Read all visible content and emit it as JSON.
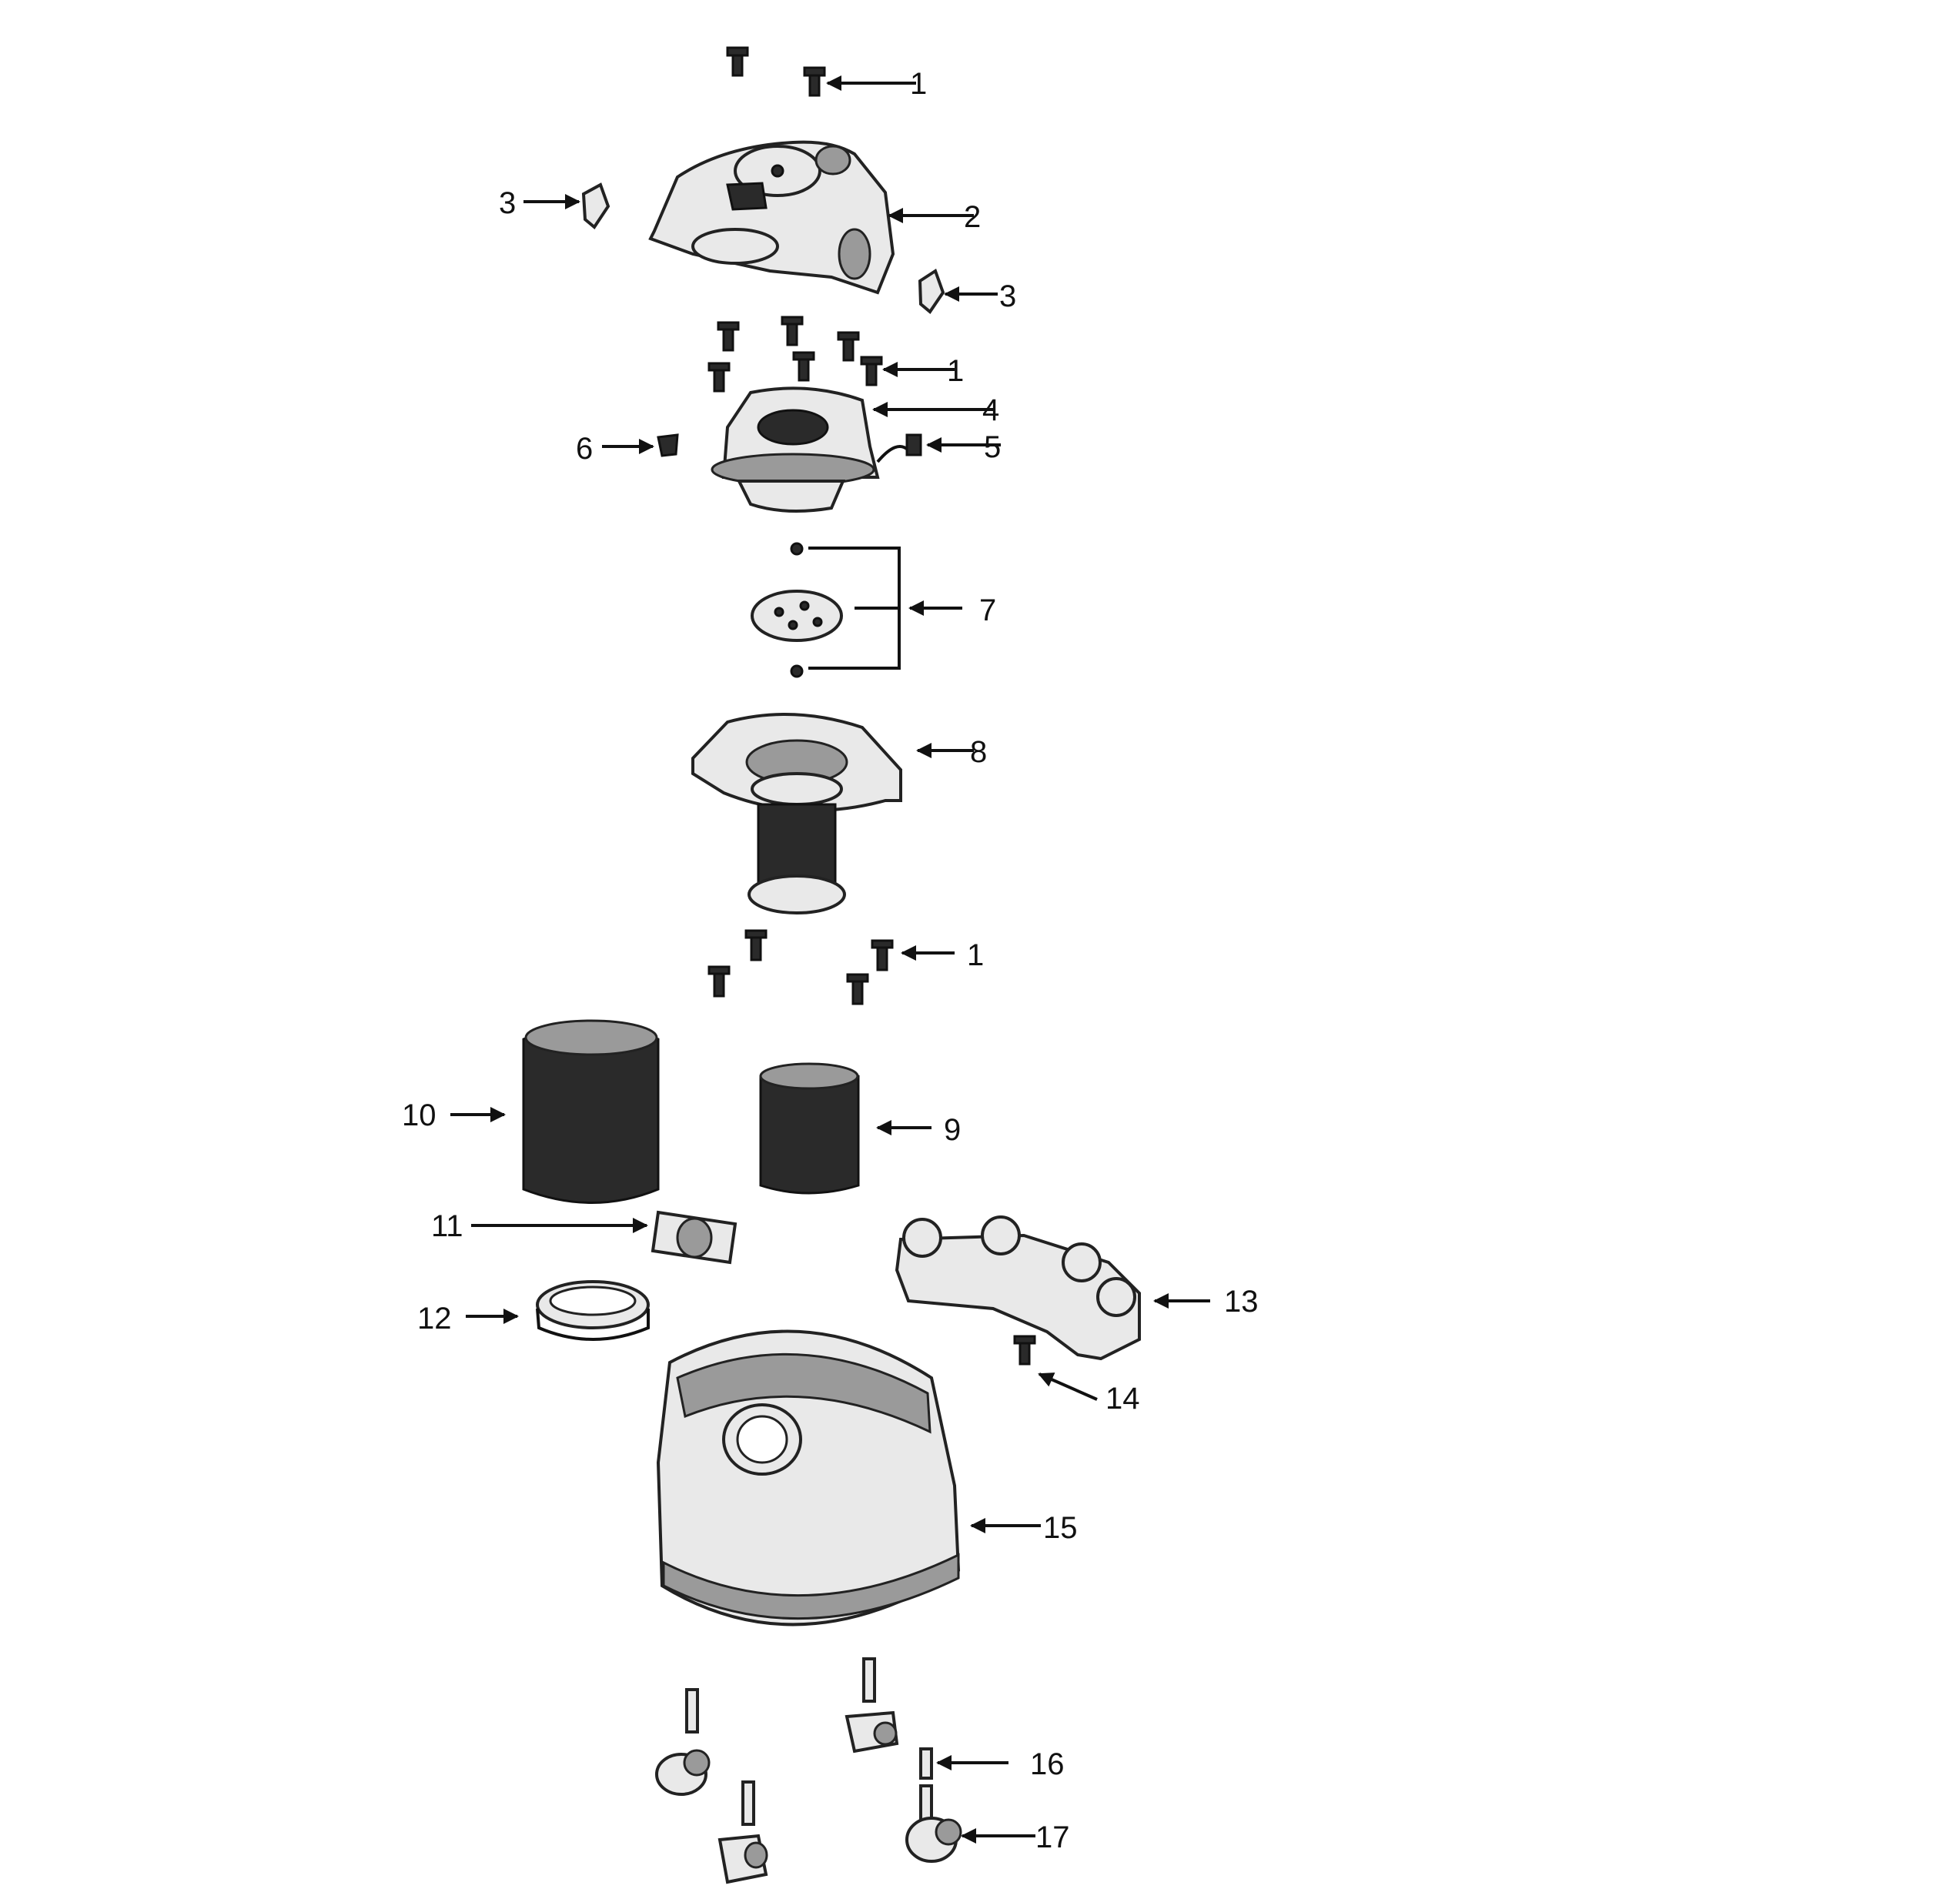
{
  "diagram": {
    "type": "exploded-parts-view",
    "labels": {
      "screw_top": "1",
      "motor_cover": "2",
      "clip_left": "3",
      "clip_right": "3",
      "screw_mid": "1",
      "motor_assembly": "4",
      "cord": "5",
      "switch": "6",
      "float_assembly": "7",
      "filter_cage": "8",
      "screw_lower": "1",
      "filter_small": "9",
      "filter_large": "10",
      "adapter": "11",
      "ring": "12",
      "caddy": "13",
      "screw_caddy": "14",
      "tank": "15",
      "caster_pin": "16",
      "caster": "17"
    }
  }
}
